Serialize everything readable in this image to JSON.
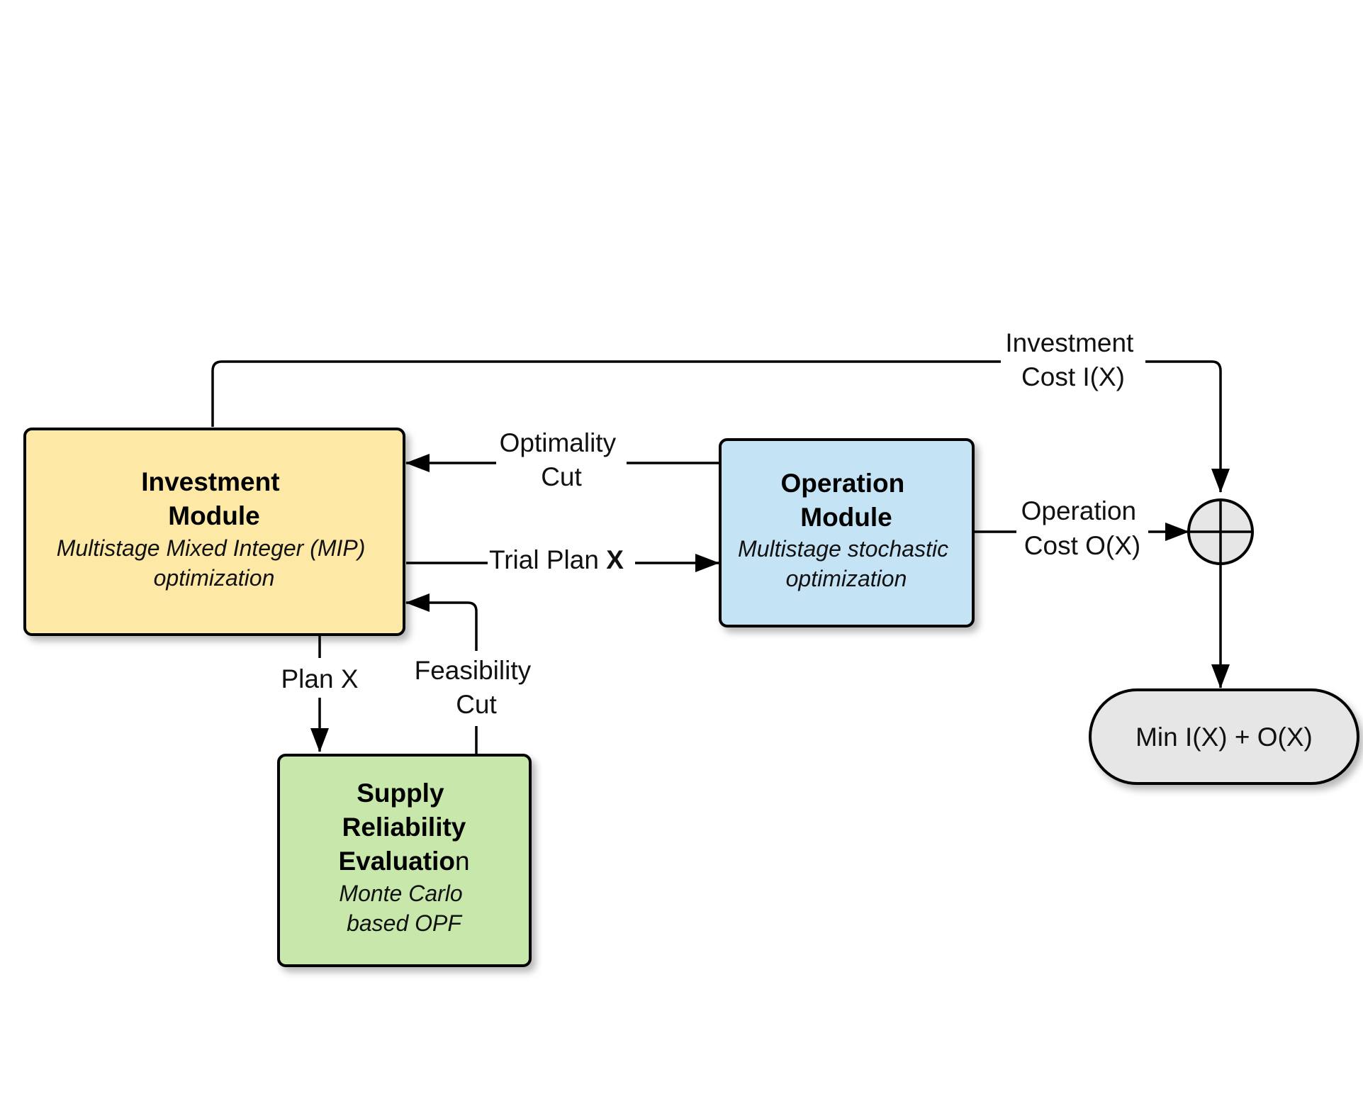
{
  "diagram": {
    "nodes": {
      "investment": {
        "title_line1": "Investment",
        "title_line2": "Module",
        "subtitle_line1": "Multistage Mixed Integer (MIP)",
        "subtitle_line2": "optimization",
        "fill": "#FDE8A6"
      },
      "operation": {
        "title_line1": "Operation",
        "title_line2": "Module",
        "subtitle_line1": "Multistage stochastic",
        "subtitle_line2": "optimization",
        "fill": "#C4E3F5"
      },
      "supply": {
        "title_line1": "Supply",
        "title_line2": "Reliability",
        "title_line3_bold": "Evaluatio",
        "title_line3_rest": "n",
        "subtitle_line1": "Monte Carlo",
        "subtitle_line2": "based OPF",
        "fill": "#C7E8AA"
      },
      "sum": {
        "fill": "#E6E6E6"
      },
      "result": {
        "label": "Min I(X) + O(X)",
        "fill": "#E6E6E6"
      }
    },
    "edges": {
      "investment_cost": {
        "line1": "Investment",
        "line2": "Cost I(X)"
      },
      "optimality_cut": {
        "line1": "Optimality",
        "line2": "Cut"
      },
      "trial_plan": {
        "text": "Trial Plan ",
        "bold": "X"
      },
      "operation_cost": {
        "line1": "Operation",
        "line2": "Cost O(X)"
      },
      "plan_x": {
        "text": "Plan X"
      },
      "feasibility_cut": {
        "line1": "Feasibility",
        "line2": "Cut"
      }
    }
  }
}
